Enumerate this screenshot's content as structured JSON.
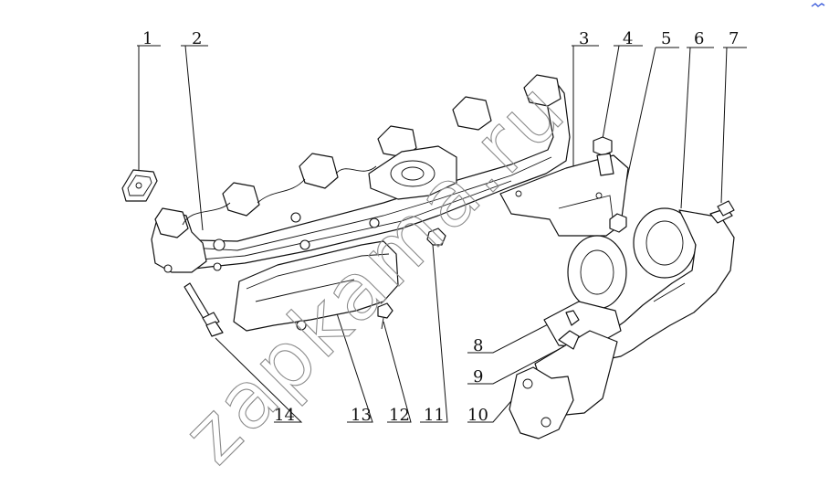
{
  "watermark": "zapkama.ru",
  "colors": {
    "line": "#111111",
    "watermark": "#8a8a8a",
    "corner_mark": "#3b5bdb"
  },
  "callouts": [
    {
      "id": "1",
      "label": "1"
    },
    {
      "id": "2",
      "label": "2"
    },
    {
      "id": "3",
      "label": "3"
    },
    {
      "id": "4",
      "label": "4"
    },
    {
      "id": "5",
      "label": "5"
    },
    {
      "id": "6",
      "label": "6"
    },
    {
      "id": "7",
      "label": "7"
    },
    {
      "id": "8",
      "label": "8"
    },
    {
      "id": "9",
      "label": "9"
    },
    {
      "id": "10",
      "label": "10"
    },
    {
      "id": "11",
      "label": "11"
    },
    {
      "id": "12",
      "label": "12"
    },
    {
      "id": "13",
      "label": "13"
    },
    {
      "id": "14",
      "label": "14"
    }
  ]
}
